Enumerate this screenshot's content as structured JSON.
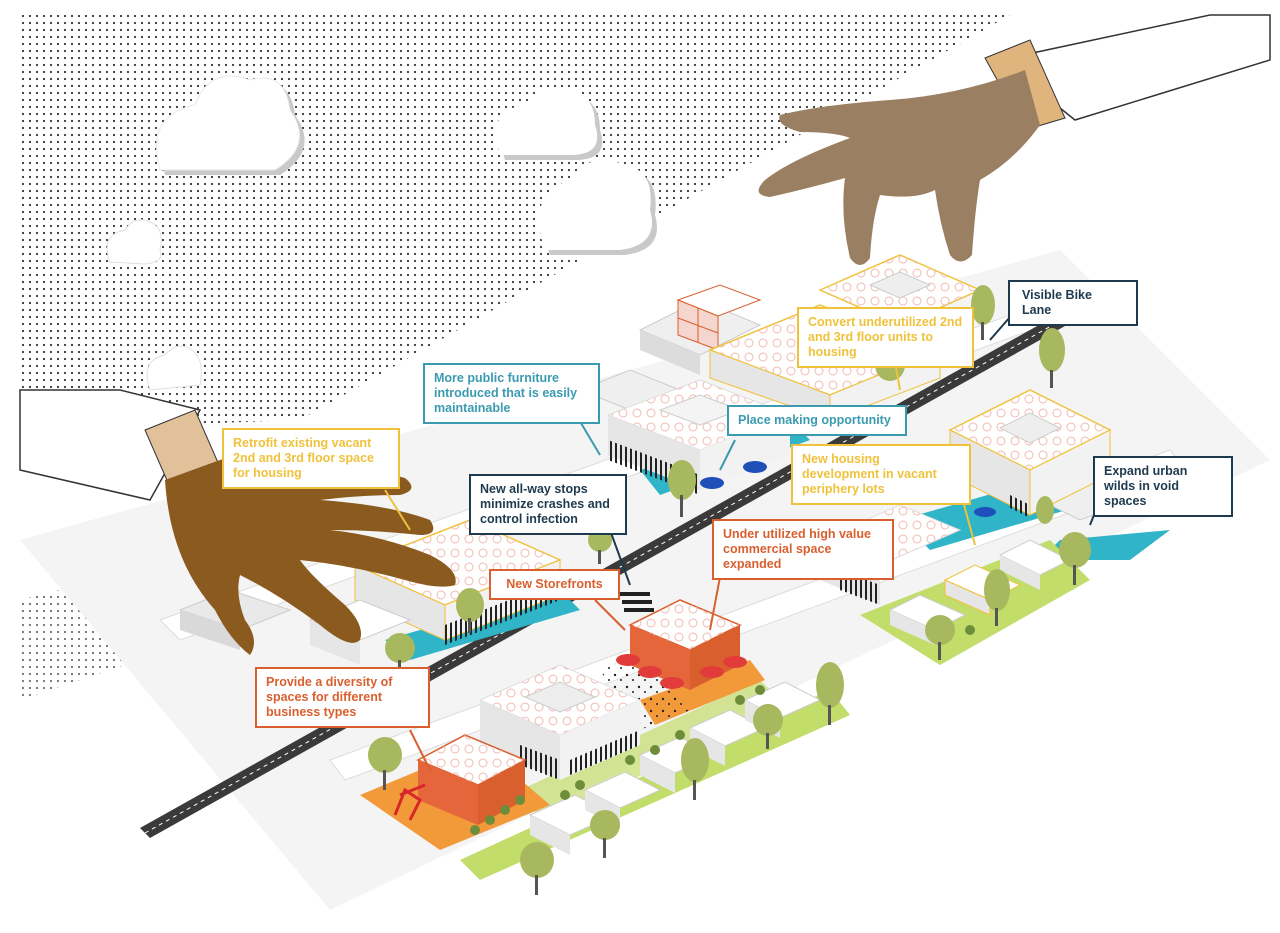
{
  "callouts": {
    "retrofit": "Retrofit existing vacant 2nd and 3rd floor space for housing",
    "public_furniture": "More public furniture introduced that is easily maintainable",
    "convert_units": "Convert underutilized 2nd and 3rd floor units to housing",
    "bike_lane": "Visible Bike Lane",
    "place_making": "Place making opportunity",
    "all_way_stops": "New all-way stops minimize crashes and control infection",
    "new_housing": "New housing development in vacant periphery lots",
    "urban_wilds": "Expand urban wilds in void spaces",
    "commercial_space": "Under utilized high value commercial space expanded",
    "storefronts": "New Storefronts",
    "diversity": "Provide a diversity of spaces for different business types"
  },
  "colors": {
    "yellow": "#f0c23c",
    "teal": "#3a9bb0",
    "navy": "#1e3a4e",
    "orange": "#d95f2e",
    "green": "#b9d85e",
    "tree": "#a7b85e"
  }
}
